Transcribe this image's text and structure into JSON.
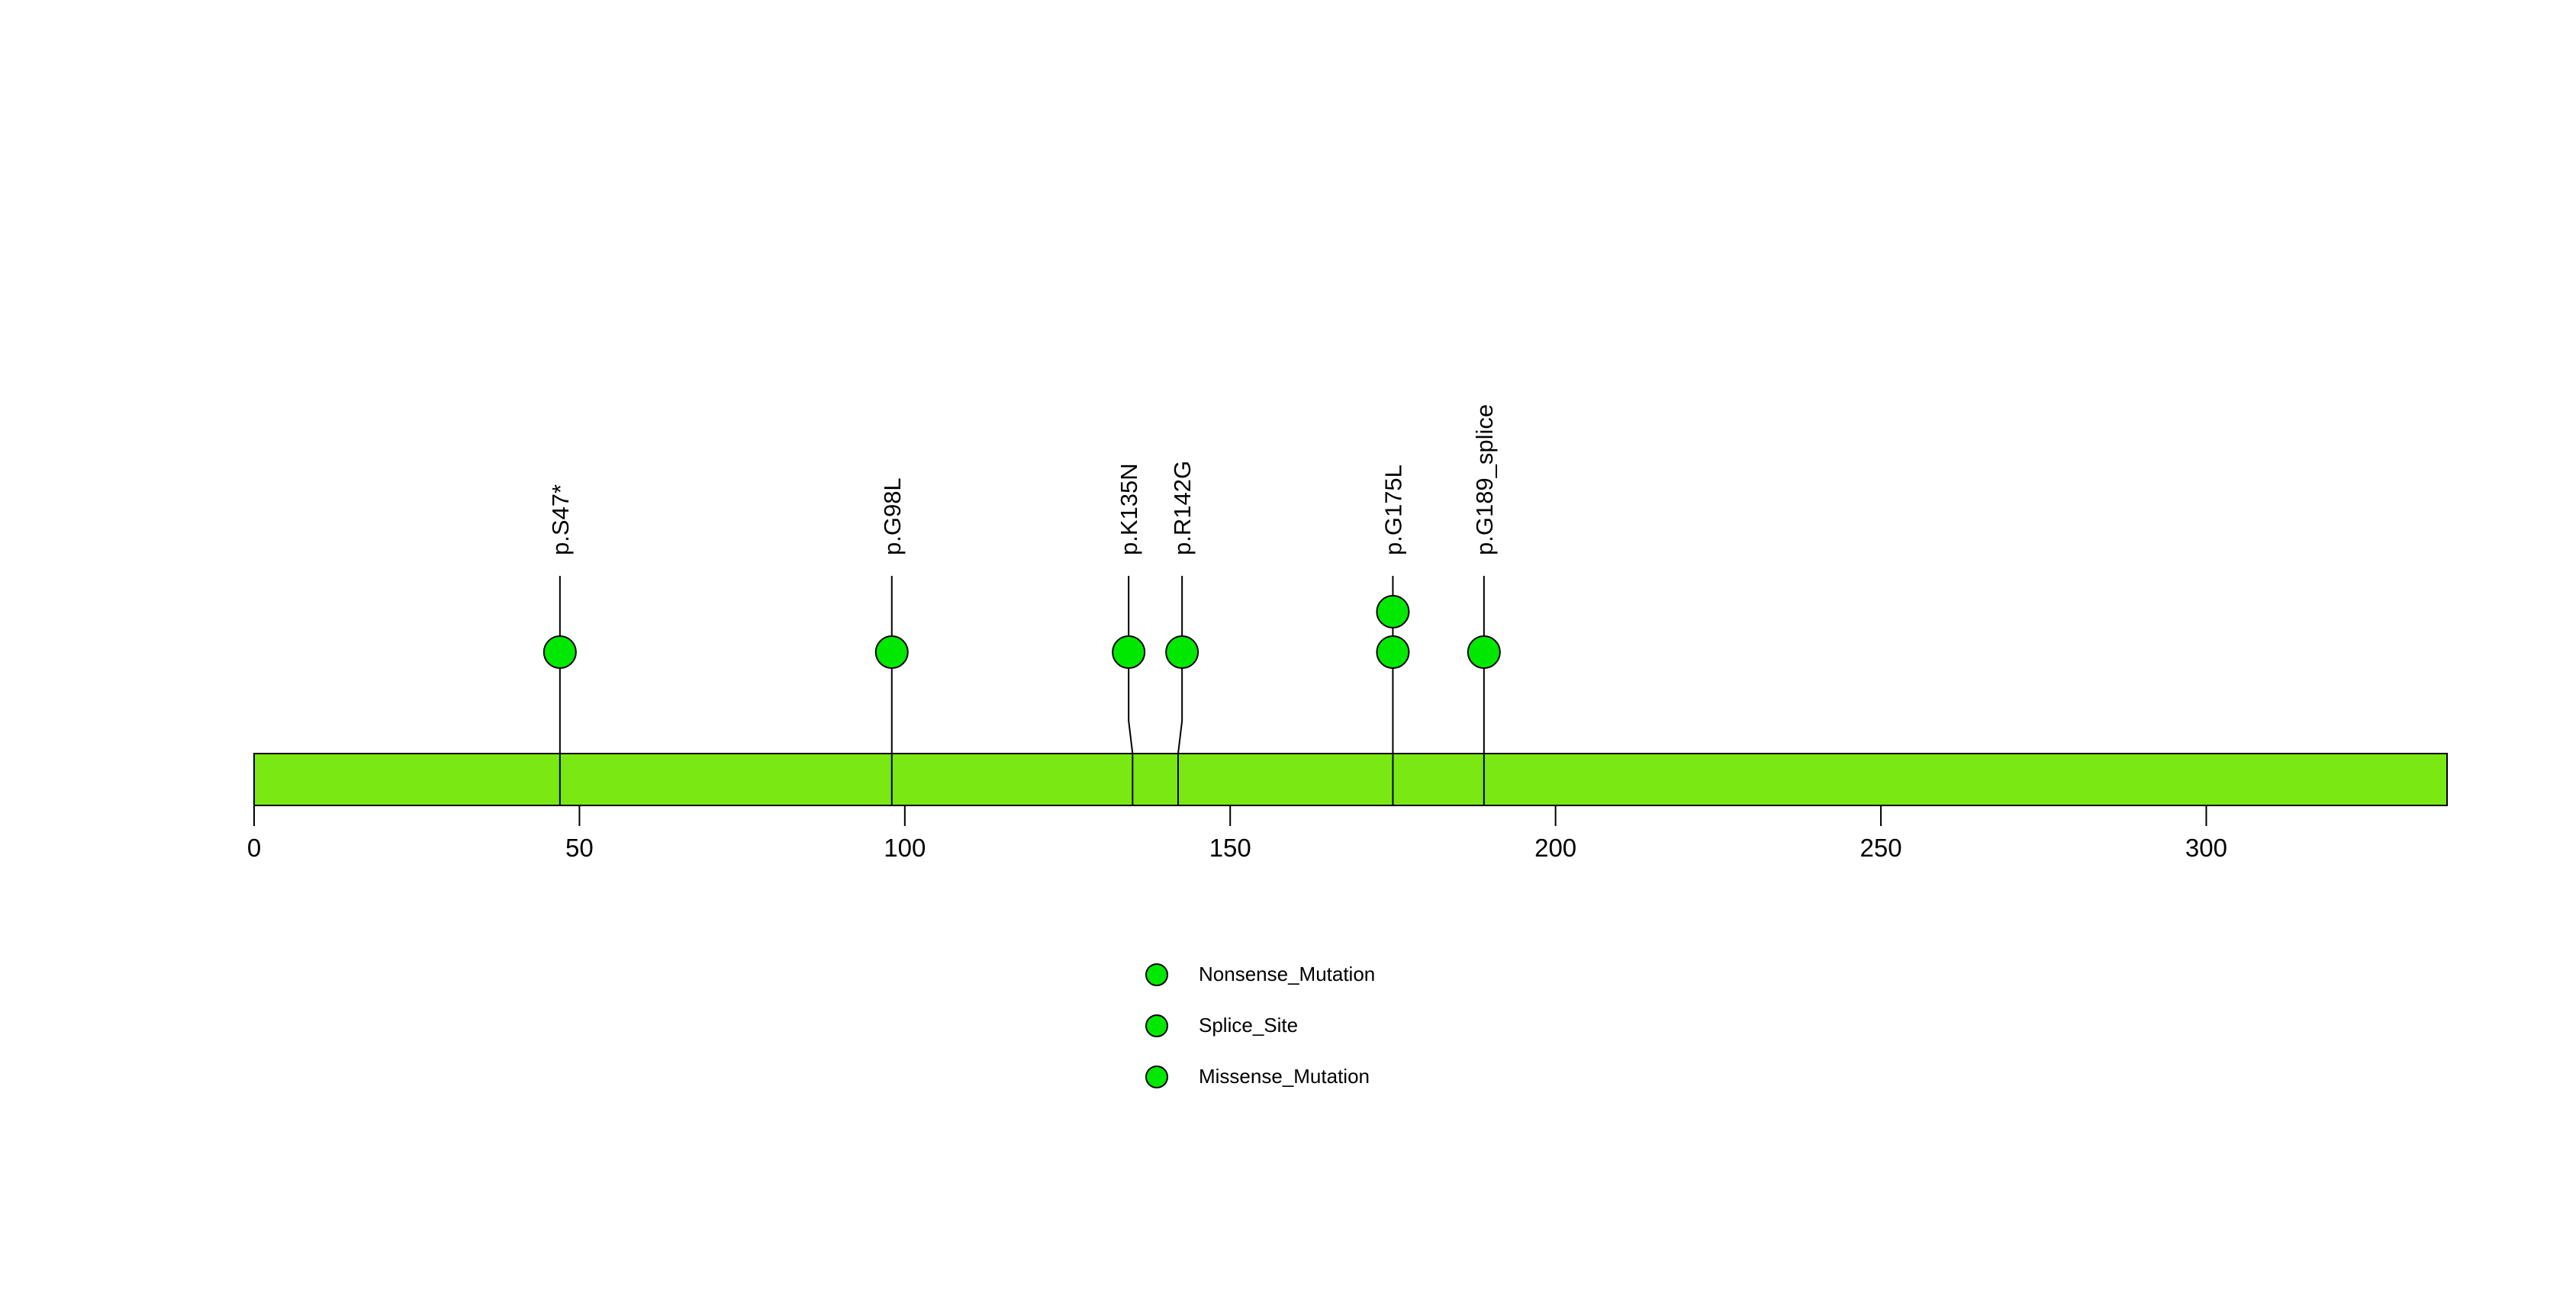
{
  "chart_data": {
    "type": "lollipop",
    "title": "",
    "description": "Protein mutation lollipop plot (no visible title or gene name)",
    "protein": {
      "start": 0,
      "end": 337
    },
    "xaxis": {
      "range": [
        0,
        337
      ],
      "ticks": [
        0,
        50,
        100,
        150,
        200,
        250,
        300
      ],
      "tick_labels": [
        "0",
        "50",
        "100",
        "150",
        "200",
        "250",
        "300"
      ]
    },
    "mutations": [
      {
        "label": "p.S47*",
        "position": 47,
        "count": 1,
        "type": "Nonsense_Mutation"
      },
      {
        "label": "p.G98L",
        "position": 98,
        "count": 1,
        "type": "Missense_Mutation"
      },
      {
        "label": "p.K135N",
        "position": 135,
        "count": 1,
        "type": "Missense_Mutation"
      },
      {
        "label": "p.R142G",
        "position": 142,
        "count": 1,
        "type": "Missense_Mutation"
      },
      {
        "label": "p.G175L",
        "position": 175,
        "count": 2,
        "type": "Missense_Mutation"
      },
      {
        "label": "p.G189_splice",
        "position": 189,
        "count": 1,
        "type": "Splice_Site"
      }
    ],
    "legend": {
      "position": "bottom-center",
      "items": [
        {
          "label": "Nonsense_Mutation",
          "color": "#00E800"
        },
        {
          "label": "Splice_Site",
          "color": "#00E800"
        },
        {
          "label": "Missense_Mutation",
          "color": "#00E800"
        }
      ]
    },
    "colors": {
      "mutation_point": "#00E800",
      "protein_bar": "#7AE813",
      "stick": "#000000",
      "outline": "#000000",
      "background": "#FFFFFF"
    },
    "style": {
      "grid": false,
      "axis_line": false,
      "label_rotation_deg": -90
    }
  }
}
